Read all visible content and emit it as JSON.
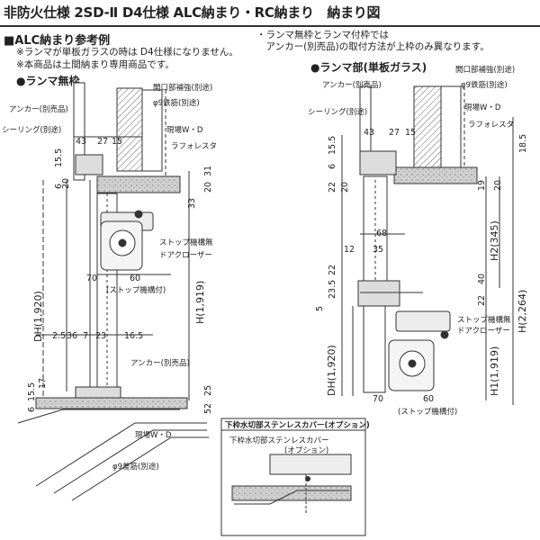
{
  "header": {
    "title": "非防火仕様 2SD-Ⅱ D4仕様 ALC納まり・RC納まり　納まり図"
  },
  "section": {
    "heading": "■ALC納まり参考例",
    "notes": [
      "※ランマが単板ガラスの時は D4仕様になりません。",
      "※本商品は土間納まり専用商品です。"
    ],
    "left_sub": "●ランマ無枠",
    "right_notes": [
      "・ランマ無枠とランマ付枠では",
      "　アンカー(別売品)の取付方法が上枠のみ異なります。"
    ],
    "right_sub": "●ランマ部(単板ガラス)"
  },
  "left_labels": {
    "opening_reinforce": "開口部補強(別途)",
    "rebar9": "φ9鉄筋(別途)",
    "anchor_top": "アンカー(別売品)",
    "sealing": "シーリング(別途)",
    "site_wd": "現場W・D",
    "lafore": "ラフォレスタ",
    "stop_closer": "ストップ機構無",
    "door_closer": "ドアクローザー",
    "stop_mech": "(ストップ機構付)",
    "anchor_bottom": "アンカー(別売品)",
    "site_wd_bottom": "現場W・D",
    "diff_rebar": "φ9差筋(別途)",
    "dh": "DH(1,920)",
    "h": "H(1,919)"
  },
  "left_dims": {
    "d43": "43",
    "d27": "27",
    "d15": "15",
    "d15_5": "15.5",
    "d6": "6",
    "d20": "20",
    "d31": "31",
    "d20b": "20",
    "d33": "33",
    "d70": "70",
    "d60": "60",
    "d2_5": "2.5",
    "d36": "36",
    "d7": "7",
    "d23": "23",
    "d16_5": "16.5",
    "d17": "17",
    "d15_5b": "15.5",
    "d6b": "6",
    "d25": "25",
    "d52": "52"
  },
  "right_labels": {
    "opening_reinforce": "開口部補強(別途)",
    "anchor": "アンカー(別売品)",
    "rebar9": "φ9鉄筋(別途)",
    "sealing": "シーリング(別途)",
    "site_wd": "現場W・D",
    "lafore": "ラフォレスタ",
    "stop_closer": "ストップ機構無",
    "door_closer": "ドアクローザー",
    "stop_mech": "(ストップ機構付)",
    "dh": "DH(1,920)",
    "h1": "H1(1,919)",
    "h2": "H2(345)",
    "h": "H(2,264)"
  },
  "right_dims": {
    "d43": "43",
    "d27": "27",
    "d15": "15",
    "d15_5": "15.5",
    "d6": "6",
    "d18_5": "18.5",
    "d22": "22",
    "d20": "20",
    "d19": "19",
    "d20b": "20",
    "d68": "68",
    "d12": "12",
    "d35": "35",
    "d22b": "22",
    "d40": "40",
    "d23_5": "23.5",
    "d22c": "22",
    "d5": "5",
    "d70": "70",
    "d60": "60"
  },
  "option": {
    "title": "下枠水切部ステンレスカバー(オプション)",
    "caption_line1": "下枠水切部ステンレスカバー",
    "caption_line2": "(オプション)"
  },
  "colors": {
    "line": "#333333",
    "concrete": "#b8b8b8",
    "hatch": "#555555",
    "brace": "#666666"
  }
}
